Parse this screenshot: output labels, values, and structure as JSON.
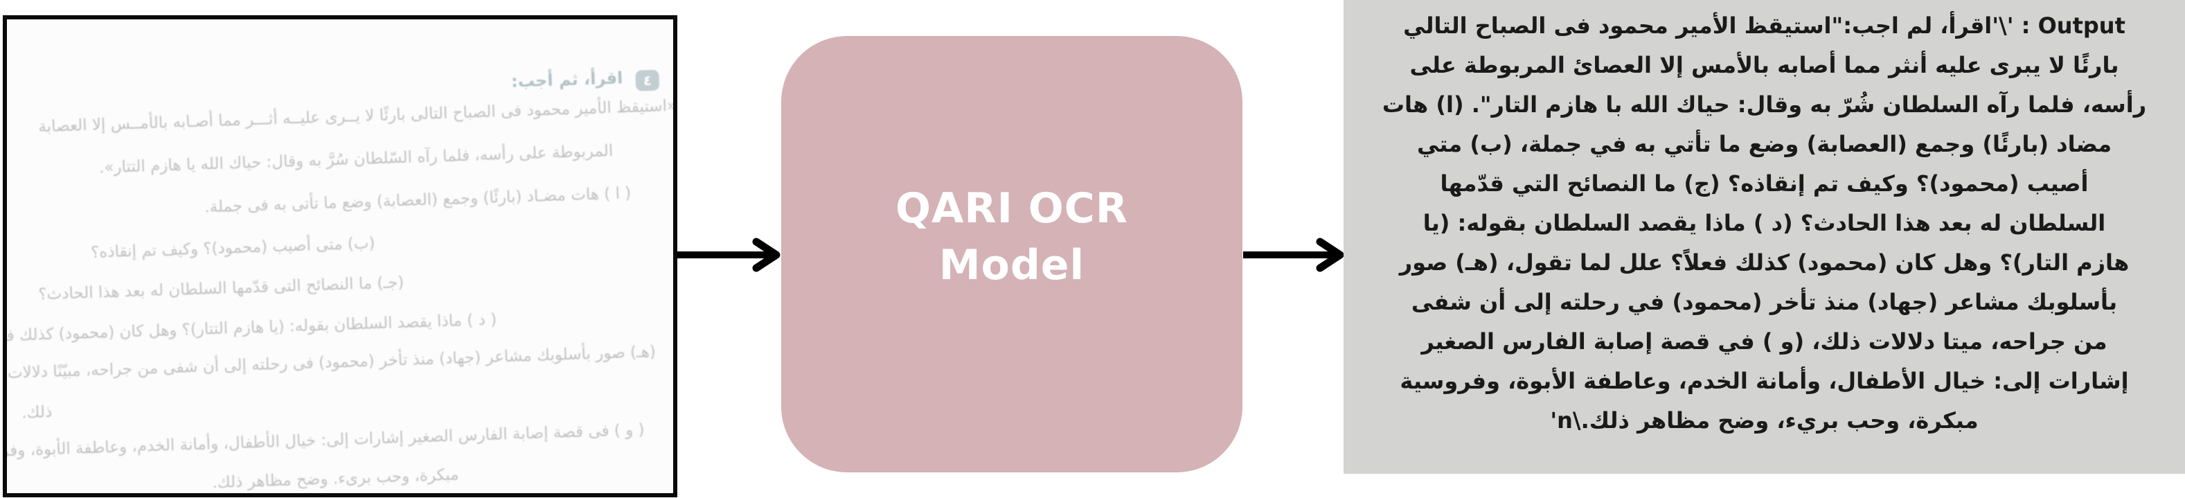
{
  "scan_panel": {
    "header": {
      "badge": "٤",
      "title": "اقرأ، ثم أجب:"
    },
    "lines": [
      "«استيقظ الأمير محمود فى الصباح التالى بارئًا لا يــرى عليــه أثـــر مما أصـابه بالأمــس إلا العصابة",
      "المربوطة على رأسه، فلما رآه السّلطان سُرَّ به وقال: حياك الله يا هازم التتار».",
      "( ا ) هات مضـاد (بارئًا) وجمع (العصابة) وضع ما تأتى به فى جملة.",
      "(ب) متى أصيب (محمود)؟ وكيف تم إنقاذه؟",
      "(جـ) ما النصائح التى قدّمها السلطان له بعد هذا الحادث؟",
      "( د ) ماذا يقصد السلطان بقوله: (يا هازم التتار)؟ وهل كان (محمود) كذلك فعلًا؟ علل لما تقول.",
      "(هـ) صور بأسلوبك مشاعر (جهاد) منذ تأخر (محمود) فى رحلته إلى أن شفى من جراحه، مبيّنًا دلالات",
      "ذلك.",
      "( و ) فى قصة إصابة الفارس الصغير إشارات إلى: خيال الأطفال، وأمانة الخدم، وعاطفة الأبوة، وفروسية",
      "مبكرة، وحب برىء. وضح مظاهر ذلك."
    ]
  },
  "model_box": {
    "label_line1": "QARI OCR",
    "label_line2": "Model"
  },
  "output_panel": {
    "lines": [
      {
        "bold_start": "Output",
        "text": " : '\\'اقرأ، لم اجب:\"استيقظ الأمير محمود فى الصباح التالي"
      },
      {
        "text": "بارئًا لا يبرى عليه أنثر مما أصابه بالأمس إلا العصائ المربوطة على"
      },
      {
        "text": "رأسه، فلما رآه السلطان شُرّ به وقال: حياك الله با هازم التار\". (ا) هات"
      },
      {
        "text": "مضاد (بارئًا) وجمع (العصابة) وضع ما تأتي به في جملة، (ب) متي"
      },
      {
        "text": "أصيب (محمود)؟ وكيف تم إنقاذه؟ (ج) ما النصائح التي قدّمها"
      },
      {
        "text": "السلطان له بعد هذا الحادث؟ (د ) ماذا يقصد السلطان بقوله: (يا"
      },
      {
        "text": "هازم التار)؟ وهل كان (محمود) كذلك فعلاً؟ علل لما تقول، (هـ) صور"
      },
      {
        "text": "بأسلوبك مشاعر (جهاد) منذ تأخر (محمود) في رحلته إلى أن شفى"
      },
      {
        "text": "من جراحه، ميتا دلالات ذلك، (و ) في قصة إصابة الفارس الصغير"
      },
      {
        "text": "إشارات إلى: خيال الأطفال، وأمانة الخدم، وعاطفة الأبوة، وفروسية"
      },
      {
        "text": "مبكرة، وحب بريء، وضح مظاهر ذلك.",
        "bold_end": "\\n'"
      }
    ]
  },
  "colors": {
    "model_box_fill": "#d4b2b5",
    "output_panel_fill": "#d3d3d1",
    "scan_border": "#0a0a0a",
    "arrow": "#000000",
    "scan_text": "#c2c2c2",
    "scan_header_text": "#b3c2c6",
    "output_text": "#1a1a1a"
  }
}
